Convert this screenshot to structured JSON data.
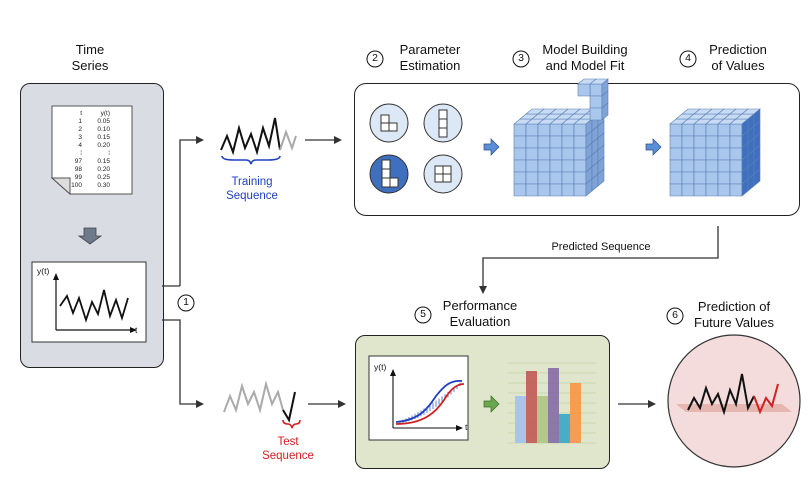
{
  "labels": {
    "time_series": [
      "Time",
      "Series"
    ],
    "step1_num": "1",
    "training": [
      "Training",
      "Sequence"
    ],
    "test": [
      "Test",
      "Sequence"
    ],
    "step2_num": "2",
    "step2": [
      "Parameter",
      "Estimation"
    ],
    "step3_num": "3",
    "step3": [
      "Model Building",
      "and Model Fit"
    ],
    "step4_num": "4",
    "step4": [
      "Prediction",
      "of Values"
    ],
    "predicted_sequence": "Predicted Sequence",
    "step5_num": "5",
    "step5": [
      "Performance",
      "Evaluation"
    ],
    "step6_num": "6",
    "step6": [
      "Prediction of",
      "Future Values"
    ],
    "axis_y": "y(t)",
    "axis_t": "t"
  },
  "table": {
    "headers": [
      "t",
      "y(t)"
    ],
    "rows": [
      [
        "1",
        "0.05"
      ],
      [
        "2",
        "0.10"
      ],
      [
        "3",
        "0.15"
      ],
      [
        "4",
        "0.20"
      ],
      [
        "⁞",
        "⁞"
      ],
      [
        "97",
        "0.15"
      ],
      [
        "98",
        "0.20"
      ],
      [
        "99",
        "0.25"
      ],
      [
        "100",
        "0.30"
      ]
    ]
  },
  "colors": {
    "left_panel": "#d9dde3",
    "green_panel": "#dfe6cc",
    "cube_blue": "#8fb4e3",
    "cube_dark": "#3f6fbf",
    "accent_blue": "#1f3fbf",
    "accent_red": "#d32020",
    "pink_circle": "#f4dcdc"
  },
  "icons": [
    "document-icon",
    "down-arrow-icon",
    "line-chart-icon",
    "cube-icon",
    "bar-chart-icon"
  ]
}
